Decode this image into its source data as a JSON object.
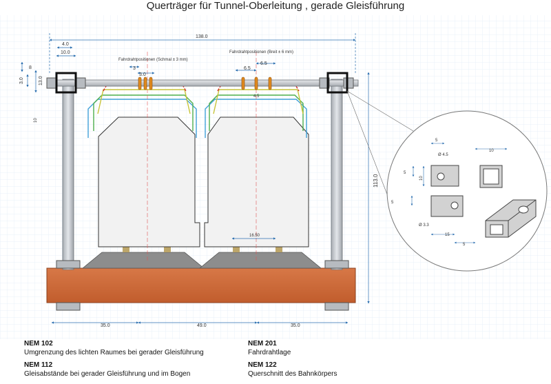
{
  "title": "Querträger für Tunnel-Oberleitung , gerade Gleisführung",
  "labels": {
    "small_positions": "Fahrdrahtpositionen (Schmal ± 3 mm)",
    "wide_positions": "Fahrdrahtpositionen (Breit ± 6 mm)"
  },
  "dimensions": {
    "overall_width": "138.0",
    "top_4": "4.0",
    "top_10": "10.0",
    "left_8": "8",
    "left_3": "3.0",
    "left_13": "13.0",
    "left_10": "10",
    "small_3a": "3",
    "small_3b": "3.0",
    "wide_6a": "6.5",
    "wide_6b": "6.5",
    "center_4": "4.5",
    "height": "113.0",
    "track_gauge": "16.50",
    "bottom_left": "35.0",
    "bottom_mid": "49.0",
    "bottom_right": "35.0",
    "detail_5a": "5",
    "detail_dia45": "Ø 4.5",
    "detail_10a": "10",
    "detail_5b": "5",
    "detail_10b": "10",
    "detail_5c": "5",
    "detail_dia33": "Ø 3.3",
    "detail_15": "15",
    "detail_5d": "5"
  },
  "notes": {
    "left": [
      {
        "code": "NEM  102",
        "text": "Umgrenzung des lichten Raumes bei gerader Gleisführung"
      },
      {
        "code": "NEM 112",
        "text": "Gleisabstände bei gerader Gleisführung und im Bogen"
      }
    ],
    "right": [
      {
        "code": "NEM 201",
        "text": "Fahrdrahtlage"
      },
      {
        "code": "NEM 122",
        "text": "Querschnitt des Bahnkörpers"
      }
    ]
  },
  "colors": {
    "grid": "#e2eef8",
    "dimension": "#2b6fb0",
    "plate": "#cf6b3a",
    "rod": "#c9cdd2",
    "red_profile": "#d42a2a",
    "yellow_profile": "#c8c43a",
    "green_profile": "#4cae4c",
    "blue_profile": "#3ea0d8",
    "insulator": "#e08a1e"
  }
}
